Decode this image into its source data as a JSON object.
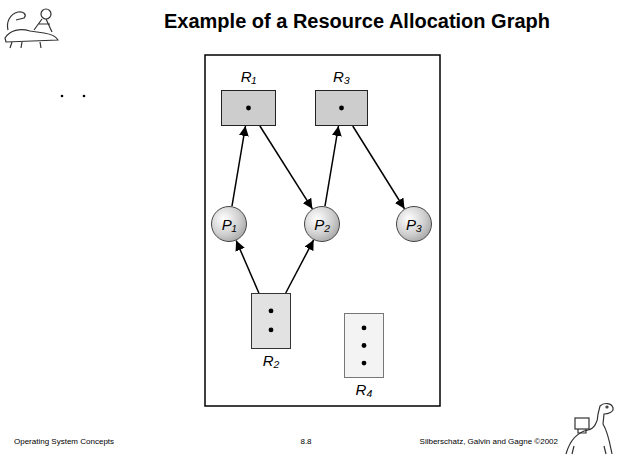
{
  "diagram": {
    "title": "Example of a Resource Allocation Graph",
    "nodes": [
      {
        "text": [
          "R₁"
        ]
      },
      {
        "text": [
          "R₃"
        ]
      },
      {
        "text": [
          "P₁"
        ]
      },
      {
        "text": [
          "P₂"
        ]
      },
      {
        "text": [
          "P₃"
        ]
      },
      {
        "text": [
          "R₂"
        ]
      },
      {
        "text": [
          "R₄"
        ]
      }
    ],
    "edges": [
      {
        "from": 2,
        "to": 0,
        "arrow": "to"
      },
      {
        "from": 0,
        "to": 3,
        "arrow": "to"
      },
      {
        "from": 3,
        "to": 1,
        "arrow": "to"
      },
      {
        "from": 1,
        "to": 4,
        "arrow": "to"
      },
      {
        "from": 5,
        "to": 2,
        "arrow": "to"
      },
      {
        "from": 5,
        "to": 3,
        "arrow": "to"
      }
    ],
    "labels": [
      "Operating System Concepts",
      "8.8",
      "Silberschatz, Galvin and Gagne ©2002"
    ]
  }
}
